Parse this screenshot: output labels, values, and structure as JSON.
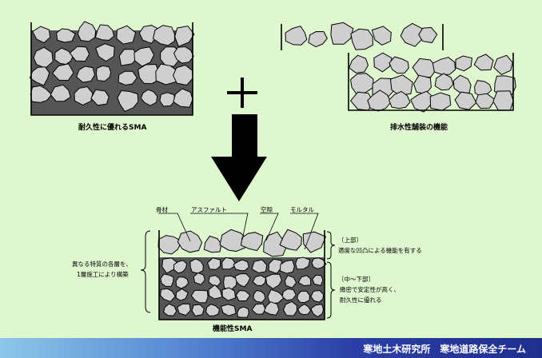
{
  "panels": {
    "top_left_caption": "耐久性に優れるSMA",
    "top_right_caption": "排水性舗装の機能",
    "bottom_caption": "機能性SMA"
  },
  "annotations": {
    "aggregate": "骨材",
    "asphalt": "アスファルト",
    "void": "空隙",
    "mortar": "モルタル",
    "left_note_line1": "異なる特質の各層を、",
    "left_note_line2": "1層施工により構築",
    "upper_title": "〔上部〕",
    "upper_desc": "適度な凹凸による機能を有する",
    "lower_title": "〔中～下部〕",
    "lower_desc1": "緻密で安定性が高く、",
    "lower_desc2": "耐久性に優れる"
  },
  "footer": {
    "organization": "寒地土木研究所　寒地道路保全チーム"
  },
  "colors": {
    "background": "#dff7cf",
    "aggregate_fill": "#cfcfcf",
    "mortar_fill": "#555555",
    "footer_start": "#8cc7e9",
    "footer_end": "#1f2f8e"
  },
  "icons": {
    "plus": "plus-icon",
    "arrow": "down-arrow-icon"
  }
}
